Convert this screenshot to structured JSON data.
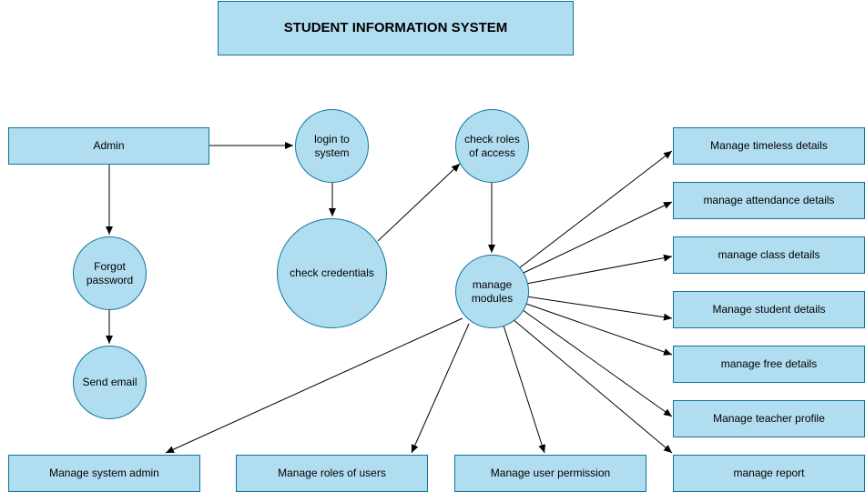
{
  "diagram": {
    "title": "STUDENT INFORMATION SYSTEM",
    "fill_color": "#b1ddf0",
    "stroke_color": "#10739e",
    "nodes": {
      "admin": "Admin",
      "forgot": "Forgot password",
      "send_email": "Send email",
      "login": "login to system",
      "credentials": "check credentials",
      "roles": "check roles of access",
      "modules": "manage modules",
      "timeless": "Manage timeless details",
      "attendance": "manage attendance details",
      "class": "manage class details",
      "student": "Manage student details",
      "free": "manage free details",
      "teacher": "Manage teacher profile",
      "report": "manage report",
      "sysadmin": "Manage system admin",
      "user_roles": "Manage roles of users",
      "permission": "Manage user permission"
    }
  }
}
